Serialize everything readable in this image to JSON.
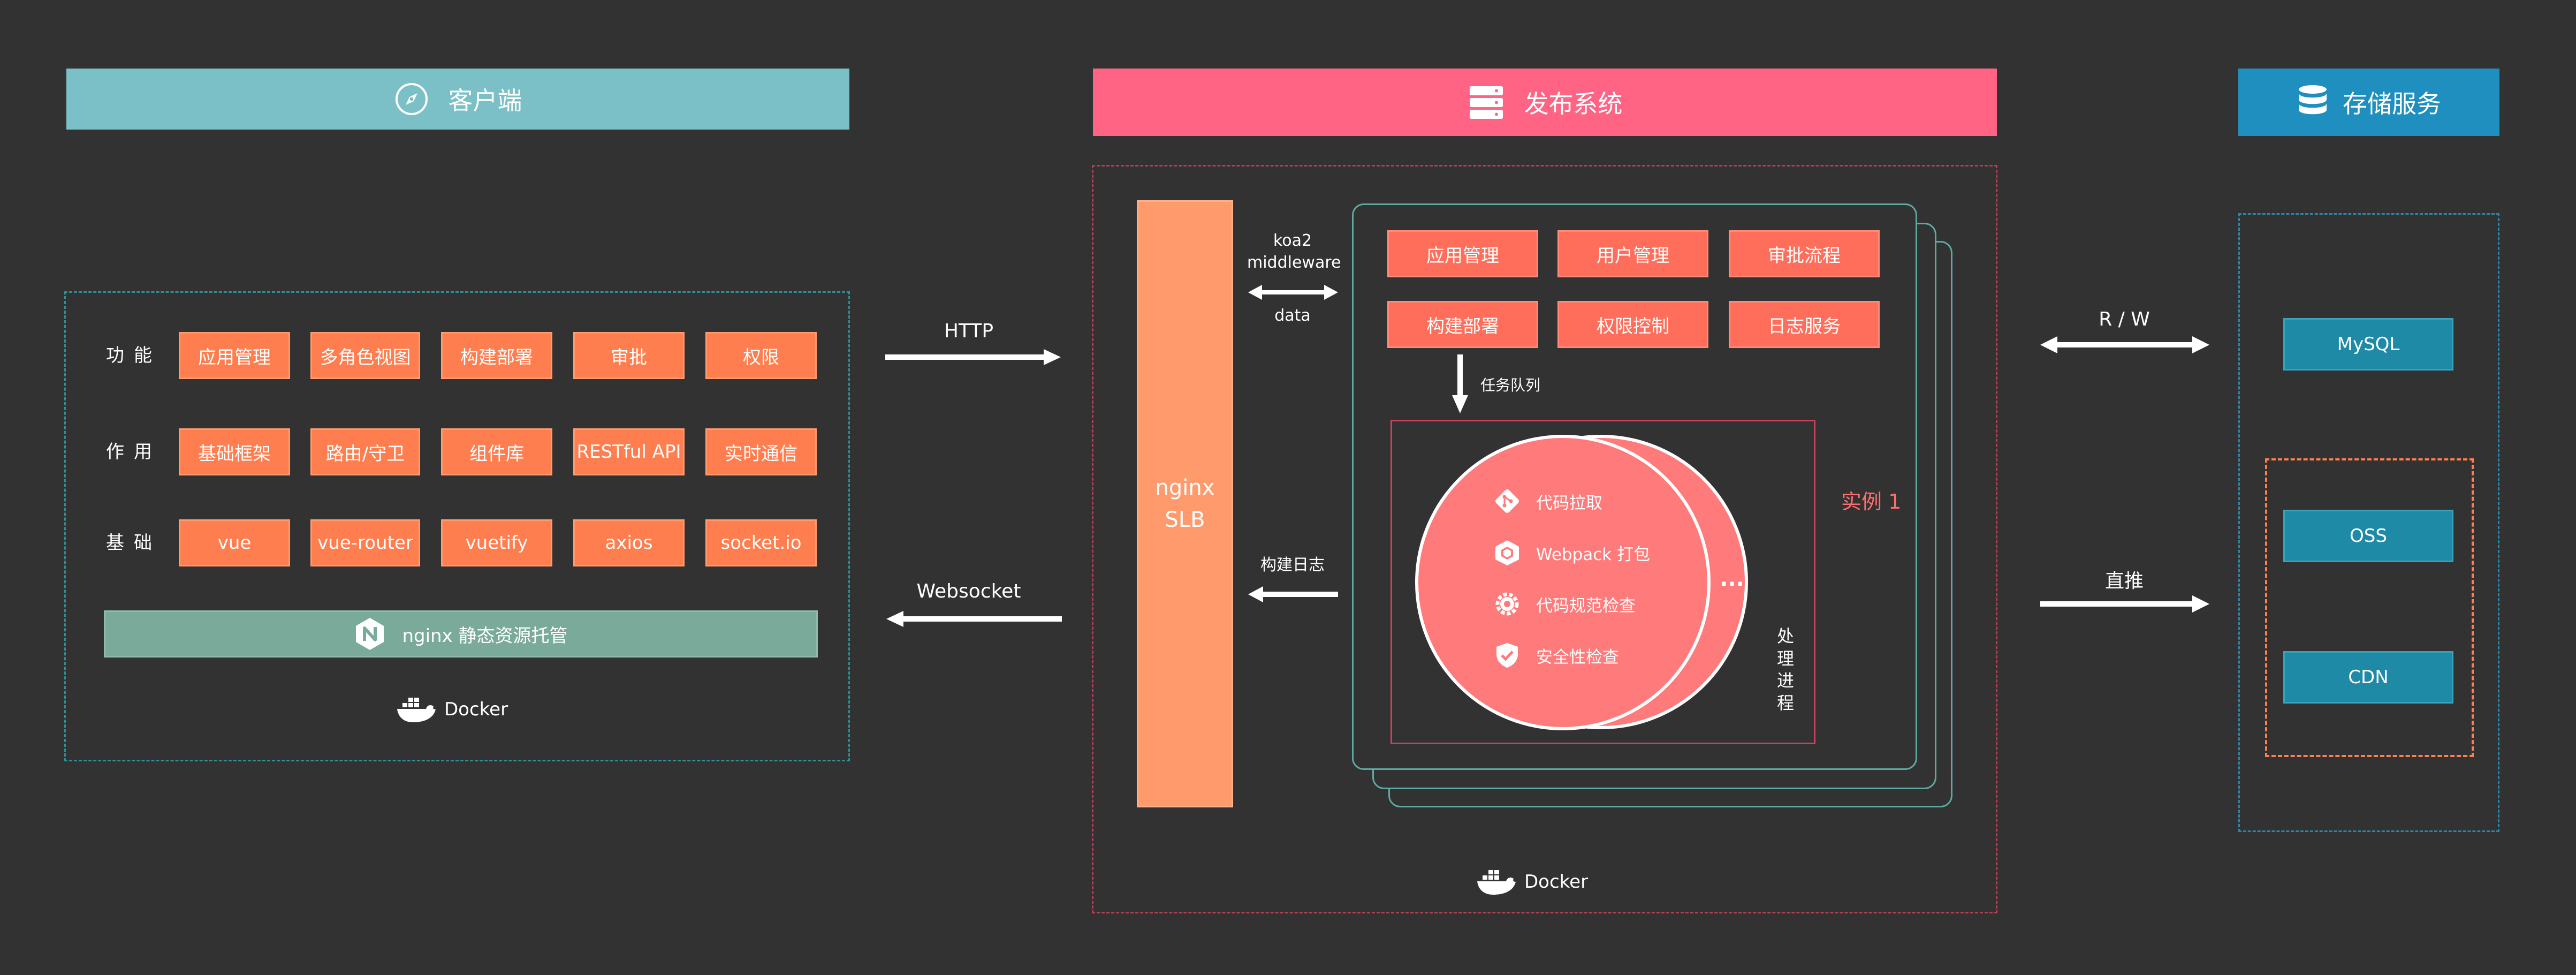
{
  "client": {
    "title": "客户端",
    "rows": [
      {
        "label": "功能",
        "items": [
          "应用管理",
          "多角色视图",
          "构建部署",
          "审批",
          "权限"
        ]
      },
      {
        "label": "作用",
        "items": [
          "基础框架",
          "路由/守卫",
          "组件库",
          "RESTful API",
          "实时通信"
        ]
      },
      {
        "label": "基础",
        "items": [
          "vue",
          "vue-router",
          "vuetify",
          "axios",
          "socket.io"
        ]
      }
    ],
    "nginx_bar": "nginx 静态资源托管",
    "docker": "Docker"
  },
  "links": {
    "http": "HTTP",
    "websocket": "Websocket",
    "rw": "R / W",
    "direct": "直推"
  },
  "publish": {
    "title": "发布系统",
    "slb": "nginx\nSLB",
    "koa": "koa2\nmiddleware",
    "data": "data",
    "build_log": "构建日志",
    "modules": [
      "应用管理",
      "用户管理",
      "审批流程",
      "构建部署",
      "权限控制",
      "日志服务"
    ],
    "queue": "任务队列",
    "instance": "实例 1",
    "process": "处\n理\n进\n程",
    "ellipsis": "...",
    "steps": [
      "代码拉取",
      "Webpack 打包",
      "代码规范检查",
      "安全性检查"
    ],
    "docker": "Docker"
  },
  "storage": {
    "title": "存储服务",
    "items": [
      "MySQL",
      "OSS",
      "CDN"
    ]
  },
  "colors": {
    "background": "#323232",
    "client_header": "#7ac0c6",
    "publish_header": "#ff6485",
    "storage_header": "#1f8fbf",
    "chip": "#ff7e4f",
    "slb": "#ff9a6c",
    "module_chip": "#ff6e5b",
    "circle": "#ff7a7a",
    "nginx_bar": "#7aab9a",
    "storage_chip": "#1f8aa6"
  },
  "icons": {
    "client": "compass-icon",
    "publish": "server-icon",
    "storage": "database-icon",
    "docker": "docker-whale-icon",
    "nginx": "nginx-logo-icon",
    "steps": [
      "git-icon",
      "webpack-cube-icon",
      "gear-check-icon",
      "shield-check-icon"
    ]
  }
}
